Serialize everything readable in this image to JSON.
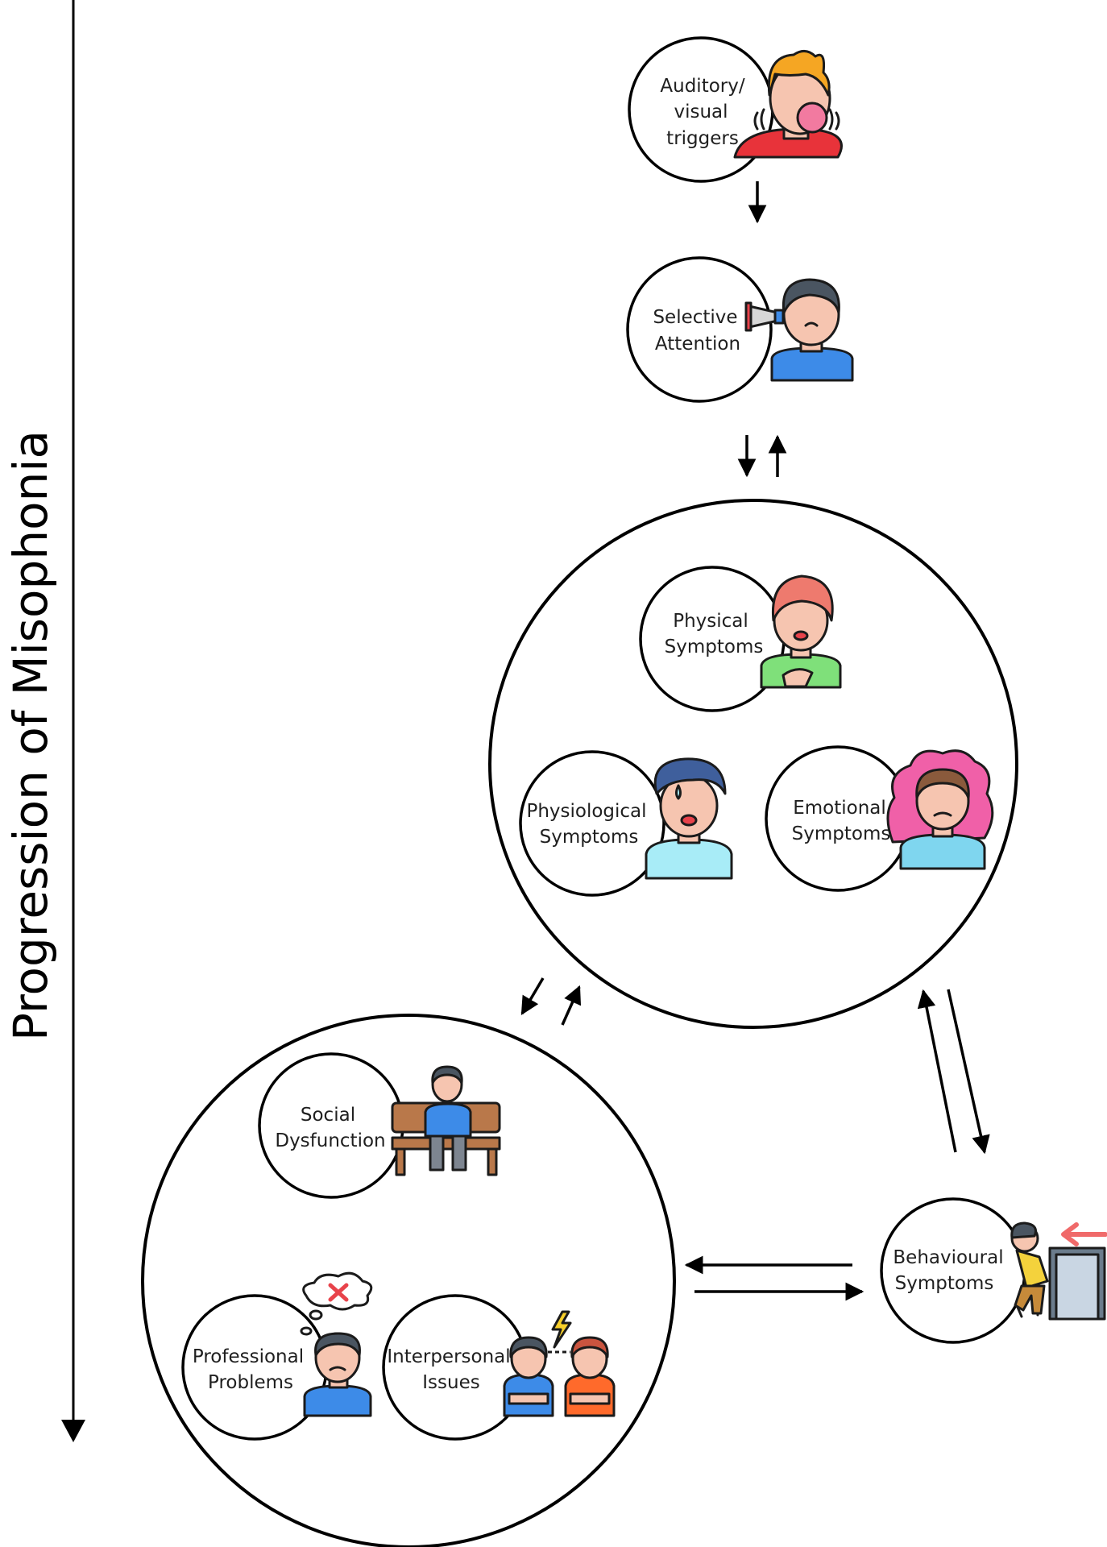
{
  "title": "Progression of Misophonia",
  "nodes": {
    "triggers": {
      "line1": "Auditory/",
      "line2": "visual",
      "line3": "triggers",
      "icon": "bubblegum-chewing-person-icon"
    },
    "attention": {
      "line1": "Selective",
      "line2": "Attention",
      "icon": "megaphone-ear-person-icon"
    },
    "physical": {
      "line1": "Physical",
      "line2": "Symptoms",
      "icon": "chest-pain-person-icon"
    },
    "physiological": {
      "line1": "Physiological",
      "line2": "Symptoms",
      "icon": "sweating-person-icon"
    },
    "emotional": {
      "line1": "Emotional",
      "line2": "Symptoms",
      "icon": "angry-aura-person-icon"
    },
    "behavioural": {
      "line1": "Behavioural",
      "line2": "Symptoms",
      "icon": "person-exiting-door-icon"
    },
    "social": {
      "line1": "Social",
      "line2": "Dysfunction",
      "icon": "person-alone-on-bench-icon"
    },
    "professional": {
      "line1": "Professional",
      "line2": "Problems",
      "icon": "worried-person-thought-cloud-icon"
    },
    "interpersonal": {
      "line1": "Interpersonal",
      "line2": "Issues",
      "icon": "two-arguing-people-icon"
    }
  },
  "groups": {
    "symptoms_cluster": [
      "Physical Symptoms",
      "Physiological Symptoms",
      "Emotional Symptoms"
    ],
    "consequences_cluster": [
      "Social Dysfunction",
      "Professional Problems",
      "Interpersonal Issues"
    ]
  },
  "edges": [
    {
      "from": "Auditory/visual triggers",
      "to": "Selective Attention",
      "direction": "one-way"
    },
    {
      "from": "Selective Attention",
      "to": "Symptoms cluster",
      "direction": "two-way"
    },
    {
      "from": "Symptoms cluster",
      "to": "Consequences cluster",
      "direction": "two-way"
    },
    {
      "from": "Symptoms cluster",
      "to": "Behavioural Symptoms",
      "direction": "two-way"
    },
    {
      "from": "Behavioural Symptoms",
      "to": "Consequences cluster",
      "direction": "two-way"
    }
  ],
  "colors": {
    "line": "#000000",
    "skin": "#f6c5b0",
    "hair_orange": "#f5a623",
    "hair_dark": "#4a5561",
    "hair_red": "#ee7a6e",
    "hair_navy": "#3f5f9c",
    "hair_brown": "#8a5a3c",
    "shirt_red": "#e8333a",
    "shirt_blue": "#3d8be8",
    "shirt_green": "#7fe07a",
    "shirt_cyan": "#a8ecf7",
    "shirt_lightblue": "#7fd6ef",
    "shirt_orange": "#ff6a2b",
    "shirt_yellow": "#f4d23c",
    "pants_tan": "#c68a3a",
    "bench_brown": "#b9784a",
    "aura_pink": "#f060a8",
    "gum_pink": "#f27aa0",
    "bolt_yellow": "#f7cf2a",
    "x_red": "#e8434b",
    "door_gray": "#6b7c8c",
    "door_fill": "#c9d6e3",
    "exit_arrow": "#f06a6a"
  }
}
